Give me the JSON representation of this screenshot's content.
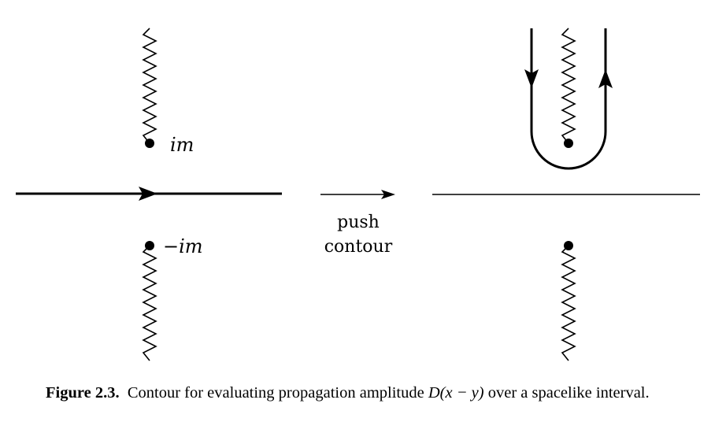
{
  "labels": {
    "upper_pole": "im",
    "lower_pole": "−im",
    "arrow_text_line1": "push",
    "arrow_text_line2": "contour"
  },
  "caption": {
    "number": "Figure 2.3.",
    "text_before": "Contour for evaluating propagation amplitude ",
    "math": "D(x − y)",
    "text_after": " over a spacelike interval."
  }
}
